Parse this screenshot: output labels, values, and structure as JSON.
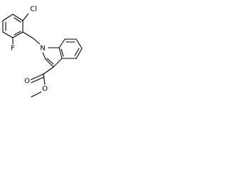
{
  "structure": {
    "atoms": {
      "chlorine": "Cl",
      "fluorine": "F",
      "nitrogen": "N",
      "carbonyl_oxygen": "O",
      "ester_oxygen": "O"
    }
  }
}
